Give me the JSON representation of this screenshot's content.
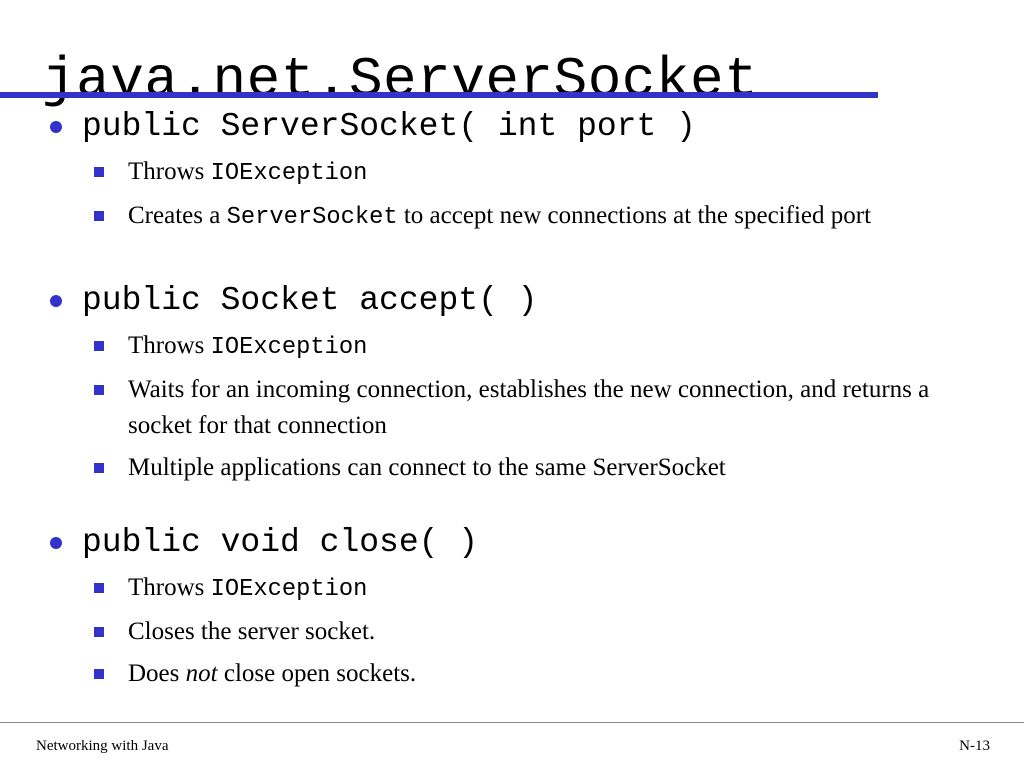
{
  "slide": {
    "title": "java.net.ServerSocket",
    "accent_color": "#3333CC",
    "bullets": [
      {
        "heading": "public ServerSocket( int port )",
        "subs": [
          {
            "segs": [
              "Throws ",
              "IOException"
            ]
          },
          {
            "segs": [
              "Creates a ",
              "ServerSocket",
              " to accept new connections at the specified port"
            ]
          }
        ]
      },
      {
        "heading": "public Socket accept( )",
        "subs": [
          {
            "segs": [
              "Throws ",
              "IOException"
            ]
          },
          {
            "segs": [
              "Waits for an incoming connection, establishes the new connection, and returns a socket for that connection"
            ]
          },
          {
            "segs": [
              "Multiple applications can connect to the same ServerSocket"
            ]
          }
        ]
      },
      {
        "heading": "public void close( )",
        "subs": [
          {
            "segs": [
              "Throws ",
              "IOException"
            ]
          },
          {
            "segs": [
              "Closes the server socket."
            ]
          },
          {
            "segs": [
              "Does ",
              "not",
              " close open sockets."
            ]
          }
        ]
      }
    ],
    "footer": {
      "left": "Networking with Java",
      "right": "N-13"
    }
  }
}
